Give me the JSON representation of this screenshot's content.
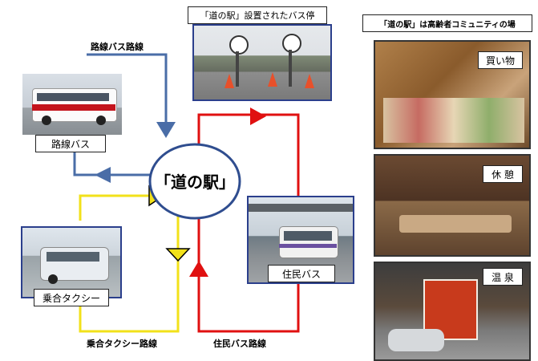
{
  "center_label": "「道の駅」",
  "routes": {
    "route_bus": "路線バス路線",
    "shared_taxi": "乗合タクシー路線",
    "resident_bus": "住民バス路線"
  },
  "photos": {
    "route_bus": "路線バス",
    "shared_taxi": "乗合タクシー",
    "resident_bus": "住民バス",
    "bus_stop_caption": "「道の駅」設置されたバス停"
  },
  "community": {
    "title": "「道の駅」は高齢者コミュニティの場",
    "shopping": "買い物",
    "rest": "休 憩",
    "onsen": "温 泉"
  },
  "colors": {
    "route_bus": "#4a6da7",
    "resident_bus": "#e01010",
    "shared_taxi": "#f2e11a"
  }
}
